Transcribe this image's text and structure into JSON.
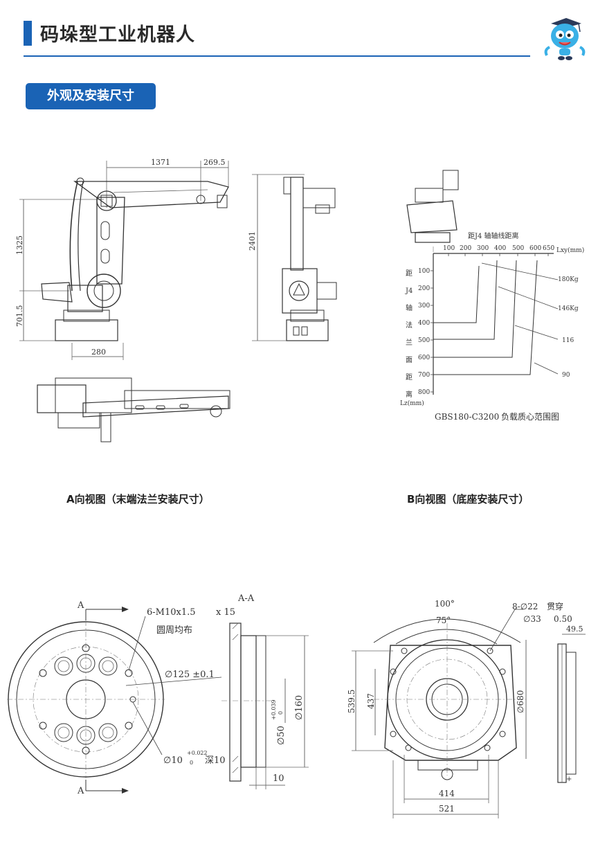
{
  "header": {
    "title": "码垛型工业机器人",
    "mascot_icon": "robot-mascot-icon",
    "accent_color": "#1a63b5"
  },
  "section": {
    "label": "外观及安装尺寸"
  },
  "robot_views": {
    "dims": {
      "reach": "1371",
      "wrist_offset": "269.5",
      "upper_height": "1325",
      "base_height": "701.5",
      "base_width": "280",
      "total_height": "2401"
    }
  },
  "load_chart": {
    "x_axis_title": "距J4 轴轴线距离",
    "x_unit": "Lxy(mm)",
    "x_ticks": [
      "100",
      "200",
      "300",
      "400",
      "500",
      "600",
      "650"
    ],
    "y_axis_title_chars": [
      "距",
      "J4",
      "轴",
      "法",
      "兰",
      "面",
      "距",
      "离"
    ],
    "y_unit": "Lz(mm)",
    "y_ticks": [
      "100",
      "200",
      "300",
      "400",
      "500",
      "600",
      "700",
      "800"
    ],
    "load_labels": [
      "180Kg",
      "146Kg",
      "116",
      "90"
    ],
    "model": "GBS180-C3200",
    "caption": "负载质心范围图"
  },
  "view_a": {
    "caption": "A向视图（末端法兰安装尺寸）",
    "section_label": "A-A",
    "arrow_label": "A",
    "bolt_spec": "6-M10x1.5",
    "bolt_depth": "x 15",
    "bolt_note": "圆周均布",
    "pcd": "∅125 ±0.1",
    "pin_hole": "∅10",
    "pin_tol_upper": "+0.022",
    "pin_tol_lower": "0",
    "pin_depth": "深10",
    "flange_dia": "∅160",
    "bore_dia": "∅50",
    "bore_tol_upper": "+0.039",
    "bore_tol_lower": "0",
    "thickness": "10"
  },
  "view_b": {
    "caption": "B向视图（底座安装尺寸）",
    "angle_outer": "100°",
    "angle_inner": "75°",
    "hole_spec": "8-∅22",
    "hole_note": "贯穿",
    "counter_spec": "∅33",
    "counter_depth": "0.50",
    "side_dim": "49.5",
    "dim_539": "539.5",
    "dim_437": "437",
    "dim_680": "∅680",
    "dim_414": "414",
    "dim_521": "521"
  }
}
